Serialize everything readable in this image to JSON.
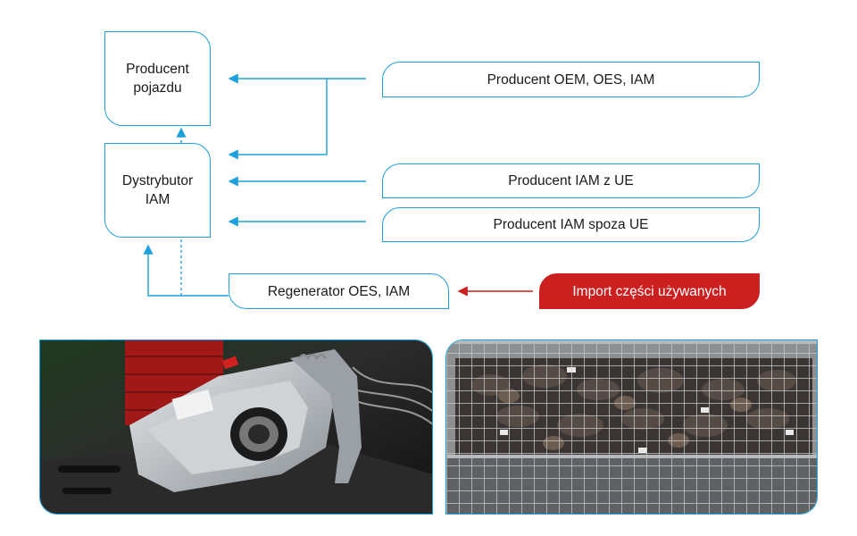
{
  "nodes": {
    "vehicle_producer": "Producent\npojazdu",
    "iam_distributor": "Dystrybutor\nIAM",
    "oem_oes_iam": "Producent OEM, OES, IAM",
    "iam_eu": "Producent IAM z UE",
    "iam_non_eu": "Producent IAM spoza UE",
    "regenerator": "Regenerator OES, IAM",
    "used_parts_import": "Import części używanych"
  },
  "photos": {
    "left": "brake-caliper-photo",
    "right": "used-calipers-cage-photo"
  },
  "colors": {
    "accent": "#1ea0dc",
    "import": "#cc1f1f"
  }
}
